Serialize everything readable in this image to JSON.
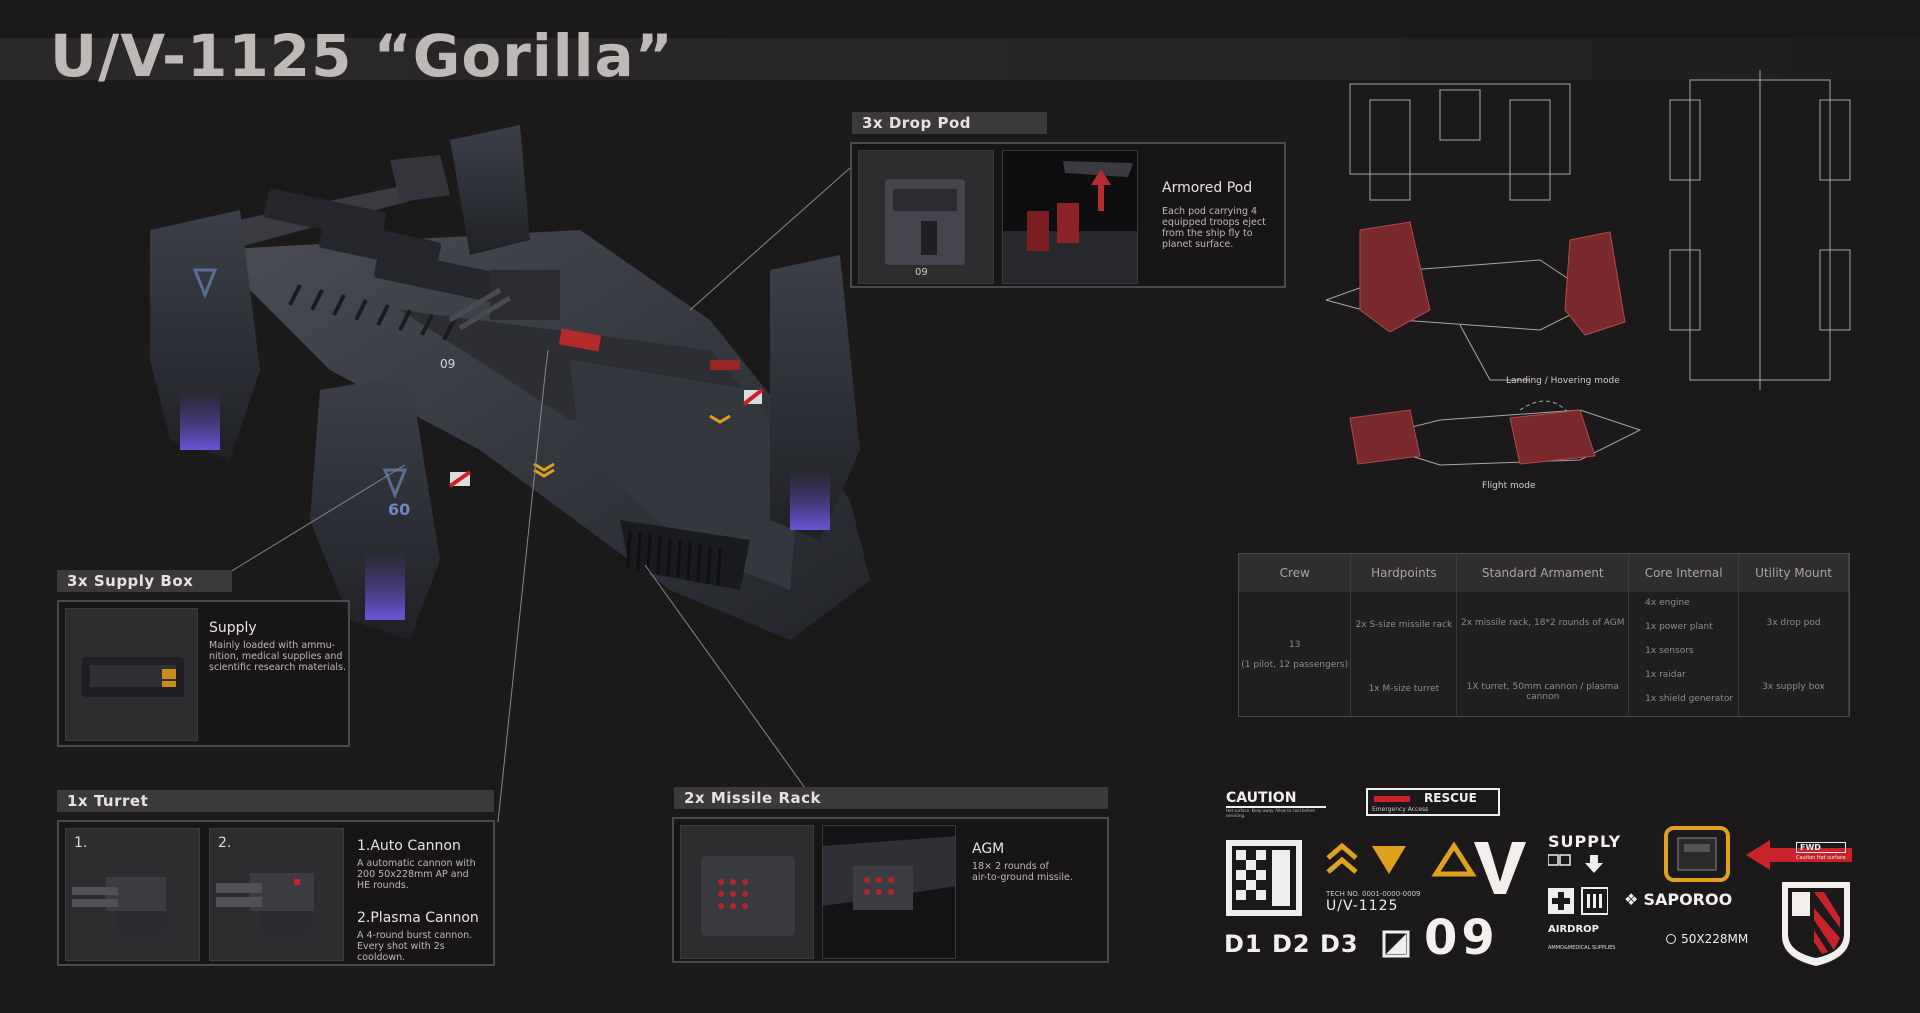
{
  "title": "U/V-1125 “Gorilla”",
  "drop_pod": {
    "heading": "3x Drop Pod",
    "name": "Armored Pod",
    "lines": [
      "Each pod carrying 4",
      "equipped troops eject",
      "from the ship fly to",
      "planet surface."
    ],
    "pod_number": "09"
  },
  "supply_box": {
    "heading": "3x Supply Box",
    "name": "Supply",
    "lines": [
      "Mainly loaded with ammu-",
      "nition, medical supplies and",
      "scientific research materials."
    ]
  },
  "turret": {
    "heading": "1x Turret",
    "thumb1": "1.",
    "thumb2": "2.",
    "w1_name": "1.Auto Cannon",
    "w1_lines": [
      "A automatic cannon with",
      "200 50x228mm AP and",
      "HE rounds."
    ],
    "w2_name": "2.Plasma Cannon",
    "w2_lines": [
      "A 4-round burst cannon.",
      "Every shot with 2s cooldown."
    ]
  },
  "missile_rack": {
    "heading": "2x Missile Rack",
    "name": "AGM",
    "lines": [
      "18× 2  rounds of",
      "air-to-ground missile."
    ]
  },
  "blueprint": {
    "mode1": "Landing / Hovering mode",
    "mode2": "Flight mode"
  },
  "specs": {
    "headers": [
      "Crew",
      "Hardpoints",
      "Standard Armament",
      "Core Internal",
      "Utility Mount"
    ],
    "crew": [
      "13",
      "(1 pilot, 12 passengers)"
    ],
    "hardpoints": [
      "2x S-size missile rack",
      "1x M-size turret"
    ],
    "armament": [
      "2x missile rack, 18*2 rounds of AGM",
      "1X turret, 50mm cannon / plasma cannon"
    ],
    "core": [
      "4x engine",
      "1x power plant",
      "1x sensors",
      "1x raidar",
      "1x shield generator"
    ],
    "utility": [
      "3x drop pod",
      "3x supply box"
    ]
  },
  "decals": {
    "caution": "CAUTION",
    "caution_small": "Hot surface. Keep away. Allow to cool before servicing.",
    "rescue": "RESCUE",
    "rescue_small": "Emergency Access",
    "supply": "SUPPLY",
    "tech_no": "TECH  NO.  0001-0000-0009",
    "model": "U/V-1125",
    "saporoo": "SAPOROO",
    "fwd": "FWD",
    "fwd_small": "Caution Hot surface",
    "d_codes": "D1 D2 D3",
    "big_num": "09",
    "airdrop": "AIRDROP",
    "airdrop_small": "AMMO&MEDICAL SUPPLIES",
    "caliber": "50X228MM",
    "hull_mark": "09",
    "hull_mark2": "60",
    "accent_red": "#c8232a",
    "accent_orange": "#e0a21e"
  }
}
